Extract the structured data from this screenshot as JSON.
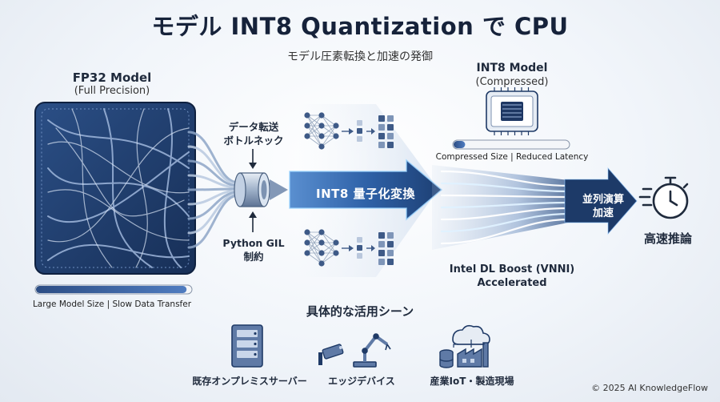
{
  "header": {
    "title": "モデル INT8 Quantization で CPU",
    "subtitle": "モデル圧素転換と加速の発御"
  },
  "fp32": {
    "title": "FP32 Model",
    "subtitle": "(Full Precision)",
    "bar_label": "Large Model Size | Slow Data Transfer",
    "bar_fill": 0.97
  },
  "int8": {
    "title": "INT8 Model",
    "subtitle": "(Compressed)",
    "bar_label": "Compressed Size | Reduced Latency",
    "bar_fill": 0.1
  },
  "bottleneck": {
    "label_line1": "データ転送",
    "label_line2": "ボトルネック"
  },
  "gil": {
    "label_line1": "Python GIL",
    "label_line2": "制約"
  },
  "transform_arrow": {
    "label": "INT8 量子化変換"
  },
  "parallel": {
    "label_line1": "並列演算",
    "label_line2": "加速"
  },
  "result": {
    "label": "高速推論"
  },
  "vnni": {
    "label_line1": "Intel DL Boost (VNNI)",
    "label_line2": "Accelerated"
  },
  "use_cases": {
    "title": "具体的な活用シーン",
    "items": [
      {
        "label": "既存オンプレミスサーバー",
        "icon": "server-rack-icon"
      },
      {
        "label": "エッジデバイス",
        "icon": "camera-robot-arm-icon"
      },
      {
        "label": "産業IoT・製造現場",
        "icon": "cloud-factory-icon"
      }
    ]
  },
  "footer": {
    "copyright": "© 2025 AI KnowledgeFlow"
  },
  "colors": {
    "navy": "#1f3a66",
    "accent_blue": "#2c6fd6",
    "glow": "#8fd0ff"
  }
}
